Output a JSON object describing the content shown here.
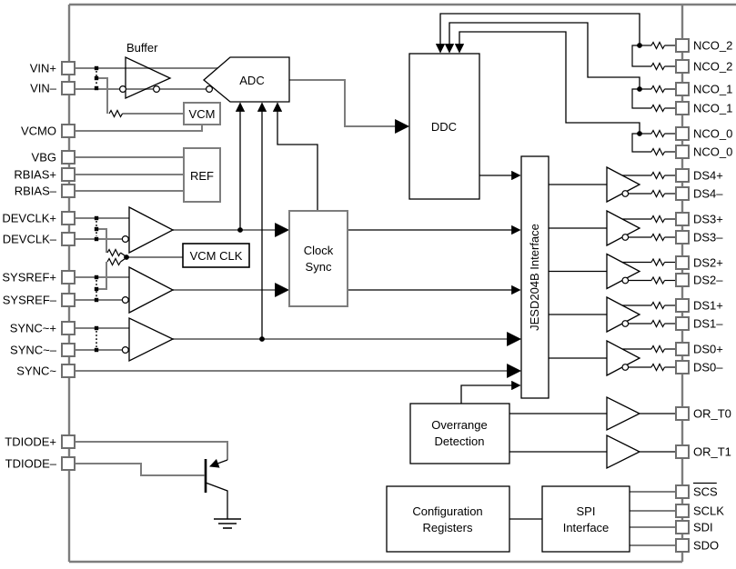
{
  "blocks": {
    "buffer": "Buffer",
    "adc": "ADC",
    "vcm": "VCM",
    "ref": "REF",
    "vcm_clk": "VCM CLK",
    "clock_sync": [
      "Clock",
      "Sync"
    ],
    "ddc": "DDC",
    "jesd": "JESD204B Interface",
    "overrange": [
      "Overrange",
      "Detection"
    ],
    "config_registers": [
      "Configuration",
      "Registers"
    ],
    "spi": [
      "SPI",
      "Interface"
    ]
  },
  "pins": {
    "left": [
      "VIN+",
      "VIN–",
      "VCMO",
      "VBG",
      "RBIAS+",
      "RBIAS–",
      "DEVCLK+",
      "DEVCLK–",
      "SYSREF+",
      "SYSREF–",
      "SYNC~+",
      "SYNC~–",
      "SYNC~",
      "TDIODE+",
      "TDIODE–"
    ],
    "right": [
      "NCO_2",
      "NCO_2",
      "NCO_1",
      "NCO_1",
      "NCO_0",
      "NCO_0",
      "DS4+",
      "DS4–",
      "DS3+",
      "DS3–",
      "DS2+",
      "DS2–",
      "DS1+",
      "DS1–",
      "DS0+",
      "DS0–",
      "OR_T0",
      "OR_T1",
      "SCS",
      "SCLK",
      "SDI",
      "SDO"
    ],
    "active_low": [
      "SCS"
    ]
  },
  "colors": {
    "wire": "#7d7d7d",
    "line": "#000000",
    "background": "#ffffff"
  }
}
